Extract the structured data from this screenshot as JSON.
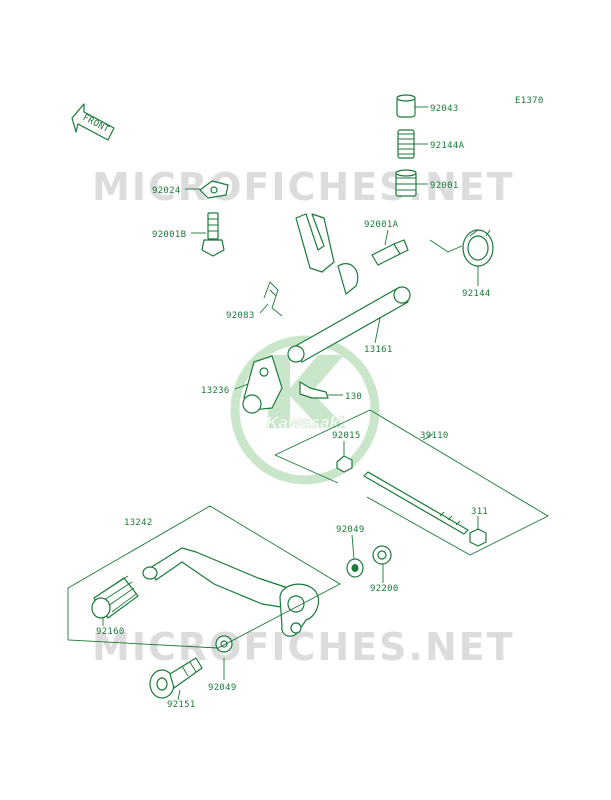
{
  "diagram_code": "E1370",
  "front_label": "FRONT",
  "watermark": {
    "top": "MICROFICHES.NET",
    "bottom": "MICROFICHES.NET",
    "logo_text": "Kawasaki"
  },
  "colors": {
    "ink": "#1a7a3a",
    "watermark": "#dcdcdc",
    "logo": "#9fd29f"
  },
  "parts": {
    "p92043": "92043",
    "p92144A": "92144A",
    "p92001": "92001",
    "p92024": "92024",
    "p92001B": "92001B",
    "p92001A": "92001A",
    "p92144": "92144",
    "p92083": "92083",
    "p13161": "13161",
    "p13236": "13236",
    "p130": "130",
    "p92015": "92015",
    "p39110": "39110",
    "p311": "311",
    "p13242": "13242",
    "p92049a": "92049",
    "p92200": "92200",
    "p92160": "92160",
    "p92049b": "92049",
    "p92151": "92151"
  }
}
